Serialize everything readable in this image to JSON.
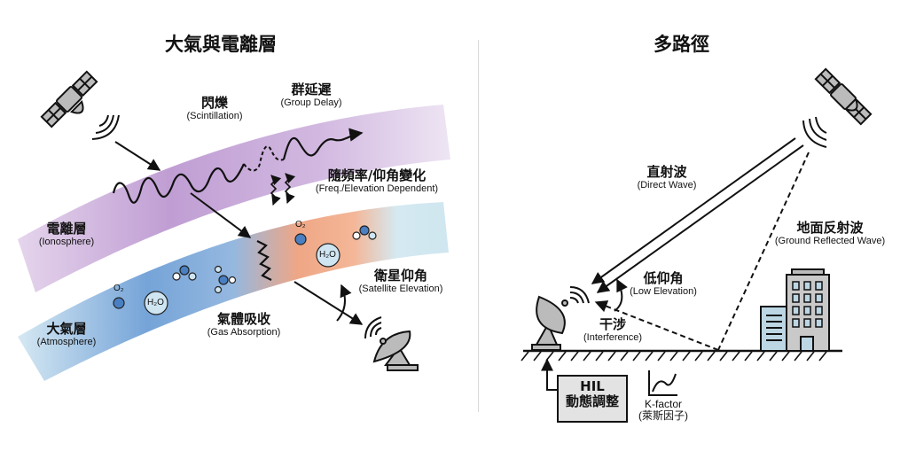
{
  "left_panel": {
    "title": "大氣與電離層",
    "labels": {
      "scintillation": {
        "zh": "閃爍",
        "en": "(Scintillation)"
      },
      "group_delay": {
        "zh": "群延遲",
        "en": "(Group Delay)"
      },
      "freq_elev": {
        "zh": "隨頻率/仰角變化",
        "en": "(Freq./Elevation Dependent)"
      },
      "ionosphere": {
        "zh": "電離層",
        "en": "(Ionosphere)"
      },
      "atmosphere": {
        "zh": "大氣層",
        "en": "(Atmosphere)"
      },
      "gas_absorption": {
        "zh": "氣體吸收",
        "en": "(Gas Absorption)"
      },
      "sat_elevation": {
        "zh": "衛星仰角",
        "en": "(Satellite Elevation)"
      }
    },
    "molecules": {
      "o2": "O₂",
      "h2o": "H₂O"
    },
    "colors": {
      "ionosphere": "#c8a6d8",
      "atmosphere_blue": "#5b8fcf",
      "atmosphere_orange": "#f0a07a",
      "atmosphere_light": "#cfe6f0"
    }
  },
  "right_panel": {
    "title": "多路徑",
    "labels": {
      "direct_wave": {
        "zh": "直射波",
        "en": "(Direct Wave)"
      },
      "ground_reflected": {
        "zh": "地面反射波",
        "en": "(Ground Reflected Wave)"
      },
      "low_elevation": {
        "zh": "低仰角",
        "en": "(Low Elevation)"
      },
      "interference": {
        "zh": "干涉",
        "en": "(Interference)"
      }
    },
    "hil_box": {
      "line1": "HIL",
      "line2": "動態調整"
    },
    "kfactor": {
      "line1": "K-factor",
      "line2": "(萊斯因子)"
    }
  }
}
